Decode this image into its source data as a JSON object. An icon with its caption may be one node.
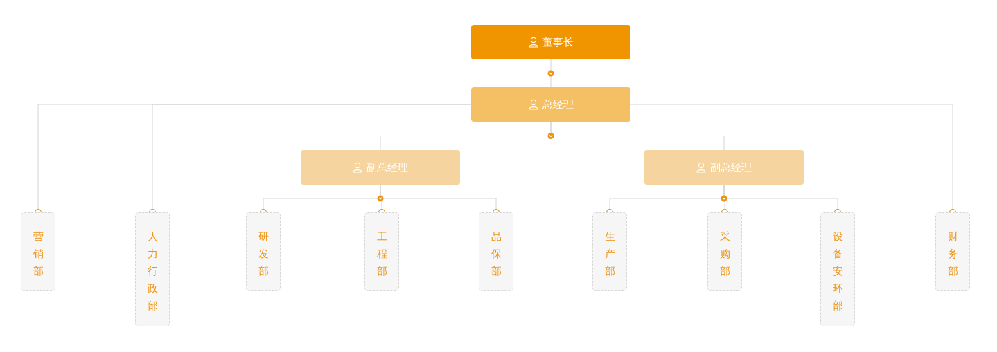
{
  "diagram": {
    "nodes": [
      {
        "text": [
          "董事长"
        ]
      },
      {
        "text": [
          "总经理"
        ]
      },
      {
        "text": [
          "副总经理"
        ]
      },
      {
        "text": [
          "副总经理"
        ]
      },
      {
        "text": [
          "营销部"
        ]
      },
      {
        "text": [
          "人力行政部"
        ]
      },
      {
        "text": [
          "研发部"
        ]
      },
      {
        "text": [
          "工程部"
        ]
      },
      {
        "text": [
          "品保部"
        ]
      },
      {
        "text": [
          "生产部"
        ]
      },
      {
        "text": [
          "采购部"
        ]
      },
      {
        "text": [
          "设备安环部"
        ]
      },
      {
        "text": [
          "财务部"
        ]
      }
    ],
    "edges": [
      {
        "from": 0,
        "to": 1,
        "arrow": "none"
      },
      {
        "from": 1,
        "to": 2,
        "arrow": "none"
      },
      {
        "from": 1,
        "to": 3,
        "arrow": "none"
      },
      {
        "from": 1,
        "to": 4,
        "arrow": "other"
      },
      {
        "from": 1,
        "to": 5,
        "arrow": "other"
      },
      {
        "from": 1,
        "to": 12,
        "arrow": "other"
      },
      {
        "from": 2,
        "to": 6,
        "arrow": "other"
      },
      {
        "from": 2,
        "to": 7,
        "arrow": "other"
      },
      {
        "from": 2,
        "to": 8,
        "arrow": "other"
      },
      {
        "from": 3,
        "to": 9,
        "arrow": "other"
      },
      {
        "from": 3,
        "to": 10,
        "arrow": "other"
      },
      {
        "from": 3,
        "to": 11,
        "arrow": "other"
      }
    ]
  }
}
